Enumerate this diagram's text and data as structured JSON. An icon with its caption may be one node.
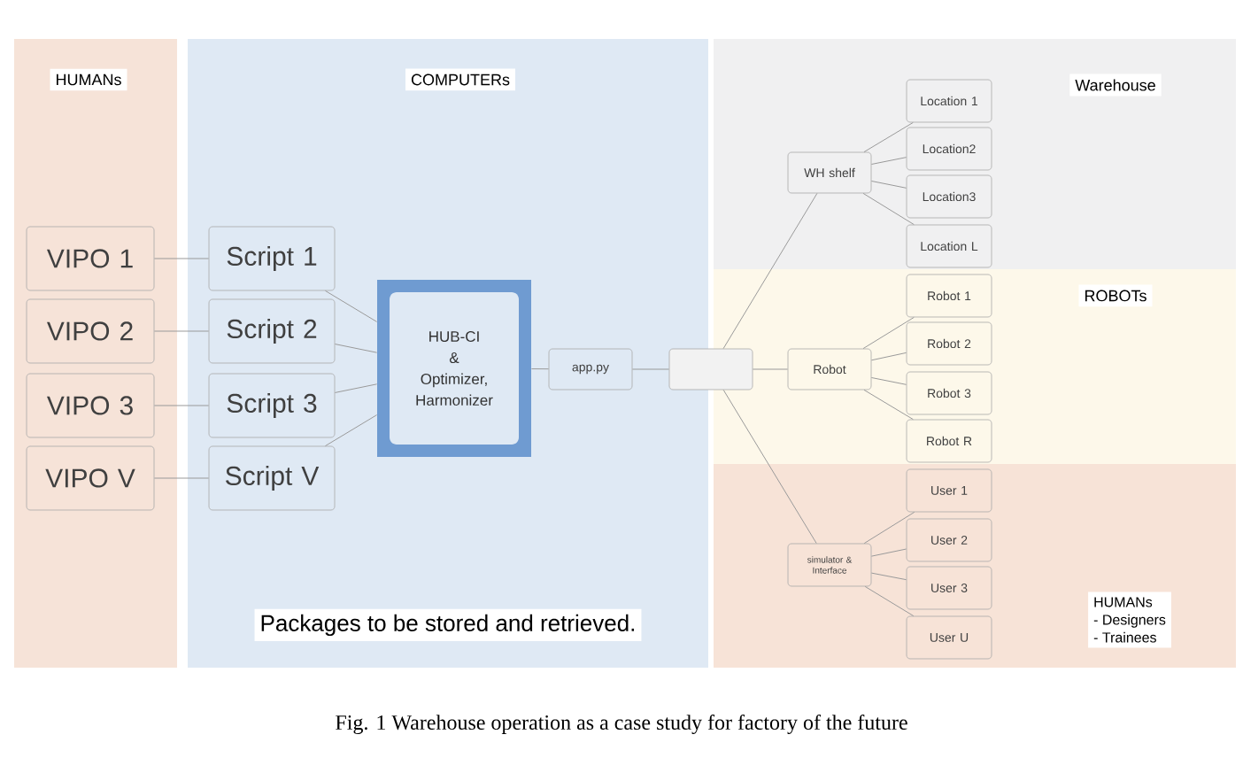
{
  "diagram": {
    "caption": "Fig. 1 Warehouse operation as a case study for factory of the future",
    "nodes": [
      {
        "text": [
          "HUMANs"
        ]
      },
      {
        "text": [
          "VIPO 1"
        ],
        "in": 0
      },
      {
        "text": [
          "VIPO 2"
        ],
        "in": 0
      },
      {
        "text": [
          "VIPO 3"
        ],
        "in": 0
      },
      {
        "text": [
          "VIPO V"
        ],
        "in": 0
      },
      {
        "text": [
          "COMPUTERs",
          "Packages to be stored and retrieved."
        ]
      },
      {
        "text": [
          "Script 1"
        ],
        "in": 5
      },
      {
        "text": [
          "Script 2"
        ],
        "in": 5
      },
      {
        "text": [
          "Script 3"
        ],
        "in": 5
      },
      {
        "text": [
          "Script V"
        ],
        "in": 5
      },
      {
        "text": [
          "HUB-CI",
          "&",
          "Optimizer, Harmonizer"
        ],
        "in": 5
      },
      {
        "text": [
          "app.py"
        ],
        "in": 5
      },
      {
        "text": [],
        "shape": "box"
      },
      {
        "text": [
          "Warehouse"
        ]
      },
      {
        "text": [
          "WH shelf"
        ],
        "in": 13
      },
      {
        "text": [
          "Location 1"
        ],
        "in": 13
      },
      {
        "text": [
          "Location2"
        ],
        "in": 13
      },
      {
        "text": [
          "Location3"
        ],
        "in": 13
      },
      {
        "text": [
          "Location L"
        ],
        "in": 13
      },
      {
        "text": [
          "ROBOTs"
        ]
      },
      {
        "text": [
          "Robot"
        ],
        "in": 19
      },
      {
        "text": [
          "Robot 1"
        ],
        "in": 19
      },
      {
        "text": [
          "Robot 2"
        ],
        "in": 19
      },
      {
        "text": [
          "Robot 3"
        ],
        "in": 19
      },
      {
        "text": [
          "Robot R"
        ],
        "in": 19
      },
      {
        "text": [
          "HUMANs",
          "- Designers",
          "- Trainees"
        ]
      },
      {
        "text": [
          "simulator & Interface"
        ],
        "in": 25
      },
      {
        "text": [
          "User 1"
        ],
        "in": 25
      },
      {
        "text": [
          "User 2"
        ],
        "in": 25
      },
      {
        "text": [
          "User 3"
        ],
        "in": 25
      },
      {
        "text": [
          "User U"
        ],
        "in": 25
      }
    ],
    "edges": [
      {
        "from": 1,
        "to": 6,
        "arrow": "none"
      },
      {
        "from": 2,
        "to": 7,
        "arrow": "none"
      },
      {
        "from": 3,
        "to": 8,
        "arrow": "none"
      },
      {
        "from": 4,
        "to": 9,
        "arrow": "none"
      },
      {
        "from": 6,
        "to": 10,
        "arrow": "none"
      },
      {
        "from": 7,
        "to": 10,
        "arrow": "none"
      },
      {
        "from": 8,
        "to": 10,
        "arrow": "none"
      },
      {
        "from": 9,
        "to": 10,
        "arrow": "none"
      },
      {
        "from": 10,
        "to": 11,
        "arrow": "none"
      },
      {
        "from": 11,
        "to": 12,
        "arrow": "none"
      },
      {
        "from": 12,
        "to": 14,
        "arrow": "none"
      },
      {
        "from": 12,
        "to": 20,
        "arrow": "none"
      },
      {
        "from": 12,
        "to": 26,
        "arrow": "none"
      },
      {
        "from": 14,
        "to": 15,
        "arrow": "none"
      },
      {
        "from": 14,
        "to": 16,
        "arrow": "none"
      },
      {
        "from": 14,
        "to": 17,
        "arrow": "none"
      },
      {
        "from": 14,
        "to": 18,
        "arrow": "none"
      },
      {
        "from": 20,
        "to": 21,
        "arrow": "none"
      },
      {
        "from": 20,
        "to": 22,
        "arrow": "none"
      },
      {
        "from": 20,
        "to": 23,
        "arrow": "none"
      },
      {
        "from": 20,
        "to": 24,
        "arrow": "none"
      },
      {
        "from": 26,
        "to": 27,
        "arrow": "none"
      },
      {
        "from": 26,
        "to": 28,
        "arrow": "none"
      },
      {
        "from": 26,
        "to": 29,
        "arrow": "none"
      },
      {
        "from": 26,
        "to": 30,
        "arrow": "none"
      }
    ]
  }
}
